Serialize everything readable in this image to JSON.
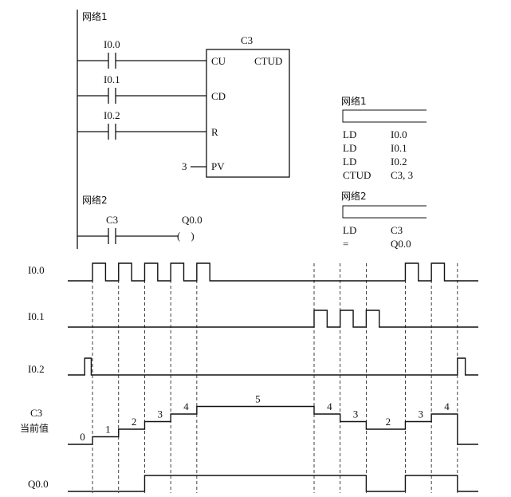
{
  "ladder": {
    "network1_label": "网络1",
    "network2_label": "网络2",
    "counter": {
      "name": "C3",
      "type": "CTUD",
      "pins": {
        "cu": "CU",
        "cd": "CD",
        "r": "R",
        "pv": "PV"
      },
      "pv_value": "3"
    },
    "contacts": [
      {
        "label": "I0.0",
        "connects_to": "CU"
      },
      {
        "label": "I0.1",
        "connects_to": "CD"
      },
      {
        "label": "I0.2",
        "connects_to": "R"
      }
    ],
    "network2_contact": "C3",
    "network2_coil": {
      "label": "Q0.0",
      "symbol": "(    )"
    }
  },
  "stl": {
    "network1_label": "网络1",
    "network2_label": "网络2",
    "network1_rows": [
      {
        "op": "LD",
        "arg": "I0.0"
      },
      {
        "op": "LD",
        "arg": "I0.1"
      },
      {
        "op": "LD",
        "arg": "I0.2"
      },
      {
        "op": "CTUD",
        "arg": "C3, 3"
      }
    ],
    "network2_rows": [
      {
        "op": "LD",
        "arg": "C3"
      },
      {
        "op": "=",
        "arg": "Q0.0"
      }
    ]
  },
  "timing": {
    "signals": [
      {
        "label": "I0.0",
        "kind": "digital",
        "events": [
          [
            0,
            0
          ],
          [
            1,
            1
          ],
          [
            2,
            0
          ],
          [
            3,
            1
          ],
          [
            4,
            0
          ],
          [
            5,
            1
          ],
          [
            6,
            0
          ],
          [
            7,
            1
          ],
          [
            8,
            0
          ],
          [
            9,
            1
          ],
          [
            10,
            0
          ],
          [
            25,
            1
          ],
          [
            26,
            0
          ],
          [
            27,
            1
          ],
          [
            28,
            0
          ]
        ]
      },
      {
        "label": "I0.1",
        "kind": "digital",
        "events": [
          [
            0,
            0
          ],
          [
            18,
            1
          ],
          [
            19,
            0
          ],
          [
            20,
            1
          ],
          [
            21,
            0
          ],
          [
            22,
            1
          ],
          [
            23,
            0
          ]
        ]
      },
      {
        "label": "I0.2",
        "kind": "digital",
        "events": [
          [
            0,
            0
          ],
          [
            0.4,
            1
          ],
          [
            0.9,
            0
          ],
          [
            29,
            1
          ],
          [
            29.6,
            0
          ]
        ]
      },
      {
        "label": "C3",
        "sublabel": "当前值",
        "kind": "value",
        "levels": [
          {
            "t0": 0,
            "t1": 1,
            "value": 0
          },
          {
            "t0": 1,
            "t1": 3,
            "value": 1
          },
          {
            "t0": 3,
            "t1": 5,
            "value": 2
          },
          {
            "t0": 5,
            "t1": 7,
            "value": 3
          },
          {
            "t0": 7,
            "t1": 9,
            "value": 4
          },
          {
            "t0": 9,
            "t1": 18,
            "value": 5
          },
          {
            "t0": 18,
            "t1": 20,
            "value": 4
          },
          {
            "t0": 20,
            "t1": 22,
            "value": 3
          },
          {
            "t0": 22,
            "t1": 25,
            "value": 2
          },
          {
            "t0": 25,
            "t1": 27,
            "value": 3
          },
          {
            "t0": 27,
            "t1": 29,
            "value": 4
          },
          {
            "t0": 29,
            "t1": 30.5,
            "value": 0
          }
        ]
      },
      {
        "label": "Q0.0",
        "kind": "digital",
        "events": [
          [
            0,
            0
          ],
          [
            5,
            1
          ],
          [
            22,
            0
          ],
          [
            25,
            1
          ],
          [
            29,
            0
          ]
        ]
      }
    ],
    "dashed_at": [
      1,
      3,
      5,
      7,
      9,
      18,
      20,
      22,
      25,
      27,
      29
    ]
  }
}
